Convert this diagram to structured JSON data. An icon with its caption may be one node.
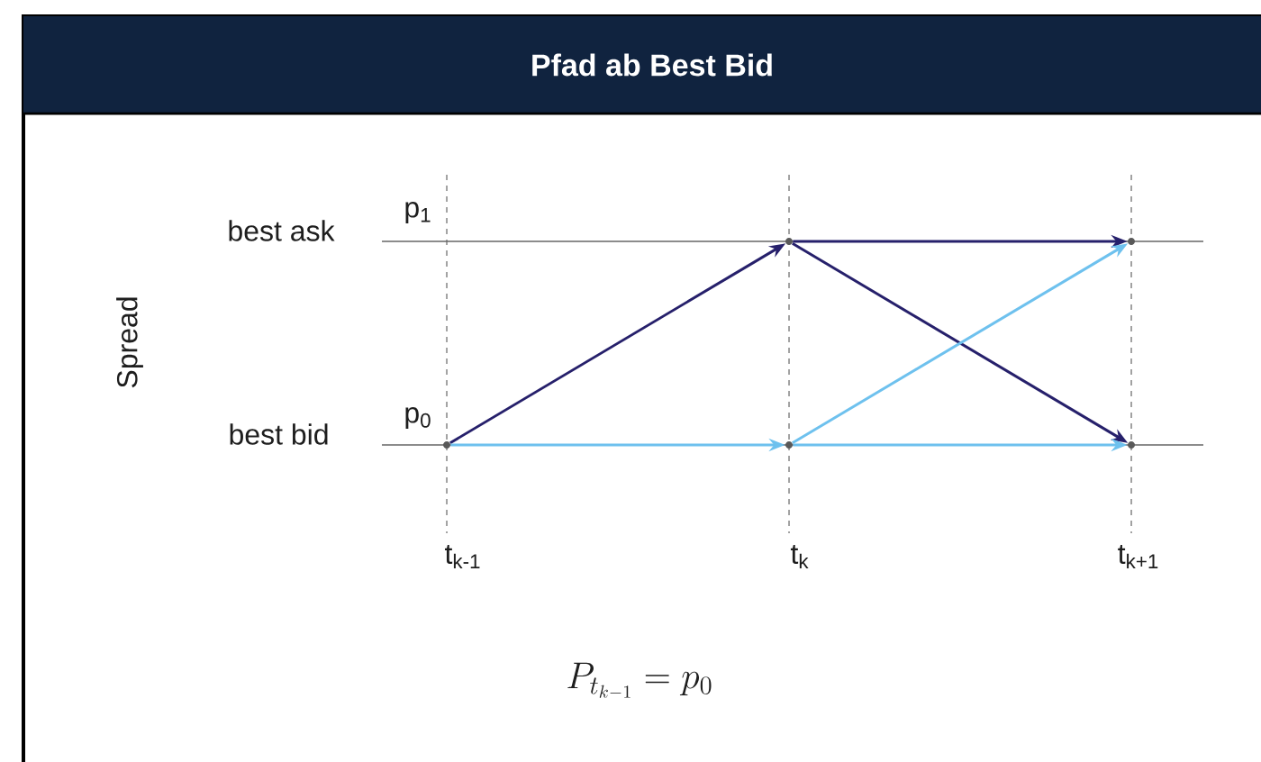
{
  "diagram": {
    "title": "Pfad ab Best Bid",
    "nodes": [
      {
        "text": [],
        "shape": "point"
      },
      {
        "text": [],
        "shape": "point"
      },
      {
        "text": [],
        "shape": "point"
      },
      {
        "text": [],
        "shape": "point"
      },
      {
        "text": [],
        "shape": "point"
      }
    ],
    "edges": [
      {
        "from": 0,
        "to": 1,
        "arrow": "to",
        "color": "#26206b"
      },
      {
        "from": 0,
        "to": 2,
        "arrow": "to",
        "color": "#6ec1ee"
      },
      {
        "from": 1,
        "to": 3,
        "arrow": "to",
        "color": "#26206b"
      },
      {
        "from": 1,
        "to": 4,
        "arrow": "to",
        "color": "#26206b"
      },
      {
        "from": 2,
        "to": 3,
        "arrow": "to",
        "color": "#6ec1ee"
      },
      {
        "from": 2,
        "to": 4,
        "arrow": "to",
        "color": "#6ec1ee"
      }
    ],
    "labels": [
      "best ask",
      "p$_{1}$",
      "Spread",
      "best bid",
      "p$_{0}$",
      "t$_{k-1}$",
      "t$_{k}$",
      "t$_{k+1}$",
      "P_{t_{k-1}} = p_0"
    ]
  }
}
